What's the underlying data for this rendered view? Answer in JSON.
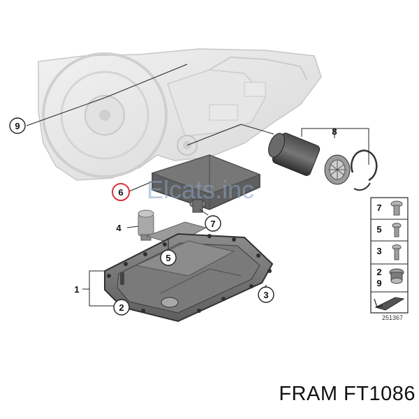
{
  "diagram": {
    "watermark": "Elcats.inc",
    "diagram_id": "251367",
    "callouts": [
      "9",
      "8",
      "6",
      "7",
      "4",
      "5",
      "1",
      "2",
      "3"
    ],
    "highlighted_callout": "6",
    "legend": {
      "rows": [
        {
          "labels": [
            "7"
          ],
          "icon": "bolt-icon"
        },
        {
          "labels": [
            "5"
          ],
          "icon": "bolt-icon"
        },
        {
          "labels": [
            "3"
          ],
          "icon": "bolt-icon"
        },
        {
          "labels": [
            "2",
            "9"
          ],
          "icon": "drain-plug-icon"
        }
      ]
    },
    "highlight_color": "#d9303a"
  },
  "caption": "FRAM FT1086"
}
